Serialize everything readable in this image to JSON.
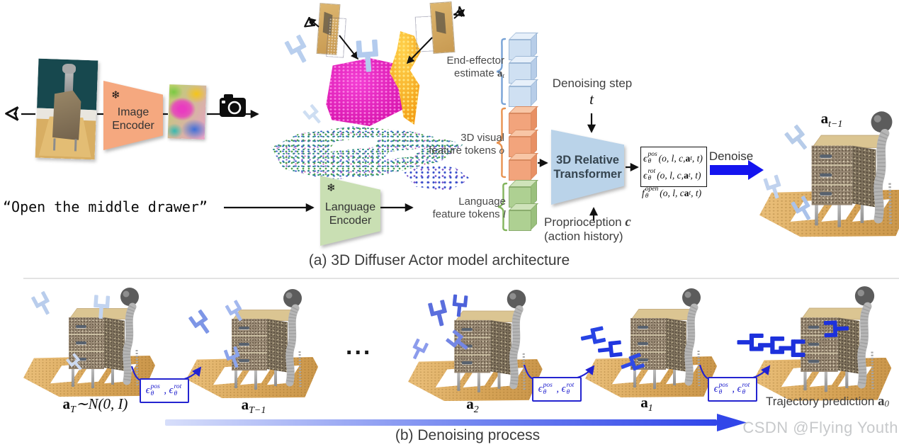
{
  "figure": {
    "caption_a": "(a) 3D Diffuser Actor model architecture",
    "caption_b": "(b) Denoising process",
    "watermark": "CSDN @Flying Youth"
  },
  "instruction": {
    "text": "“Open the middle drawer”"
  },
  "encoders": {
    "image": {
      "line1": "Image",
      "line2": "Encoder",
      "snowflake": "❄"
    },
    "language": {
      "line1": "Language",
      "line2": "Encoder",
      "snowflake": "❄"
    },
    "transformer": {
      "line1": "3D Relative",
      "line2": "Transformer"
    }
  },
  "tokens": {
    "end_effector": {
      "line1": "End-effector",
      "line2_pre": "estimate ",
      "var": "a",
      "var_sub": "t"
    },
    "visual": {
      "line1": "3D visual",
      "line2_pre": "feature tokens ",
      "var": "o"
    },
    "language": {
      "line1": "Language",
      "line2_pre": "feature tokens ",
      "var": "l"
    }
  },
  "conditioning": {
    "denoising_step_label": "Denoising step",
    "denoising_step_var": "t",
    "proprio_pre": "Proprioception ",
    "proprio_var": "c",
    "proprio_line2": "(action history)"
  },
  "output": {
    "denoise_label": "Denoise",
    "f_pos": {
      "base": "ϵ",
      "sup": "pos",
      "sub": "θ",
      "args_pre": "(o, l, c, ",
      "arg_bold": "a",
      "arg_sub": "t",
      "args_post": ", t)"
    },
    "f_rot": {
      "base": "ϵ",
      "sup": "rot",
      "sub": "θ",
      "args_pre": "(o, l, c, ",
      "arg_bold": "a",
      "arg_sub": "t",
      "args_post": ", t)"
    },
    "f_open": {
      "base": "f",
      "sup": "open",
      "sub": "θ",
      "args_pre": "(o, l, c ",
      "arg_bold": "a",
      "arg_sub": "t",
      "args_post": ", t)"
    },
    "result_label": {
      "base": "a",
      "sub": "t−1"
    }
  },
  "denoising": {
    "ellipsis": "...",
    "eps_box": {
      "e1": "ϵ",
      "e1_sup": "pos",
      "e1_sub": "θ",
      "comma": " , ",
      "e2": "ϵ",
      "e2_sup": "rot",
      "e2_sub": "θ"
    },
    "steps": [
      {
        "base": "a",
        "sub": "T",
        "post": "∼N(0, I)"
      },
      {
        "base": "a",
        "sub": "T−1",
        "post": ""
      },
      {
        "base": "a",
        "sub": "2",
        "post": ""
      },
      {
        "base": "a",
        "sub": "1",
        "post": ""
      },
      {
        "pre": "Trajectory prediction ",
        "base": "a",
        "sub": "0",
        "post": ""
      }
    ]
  }
}
